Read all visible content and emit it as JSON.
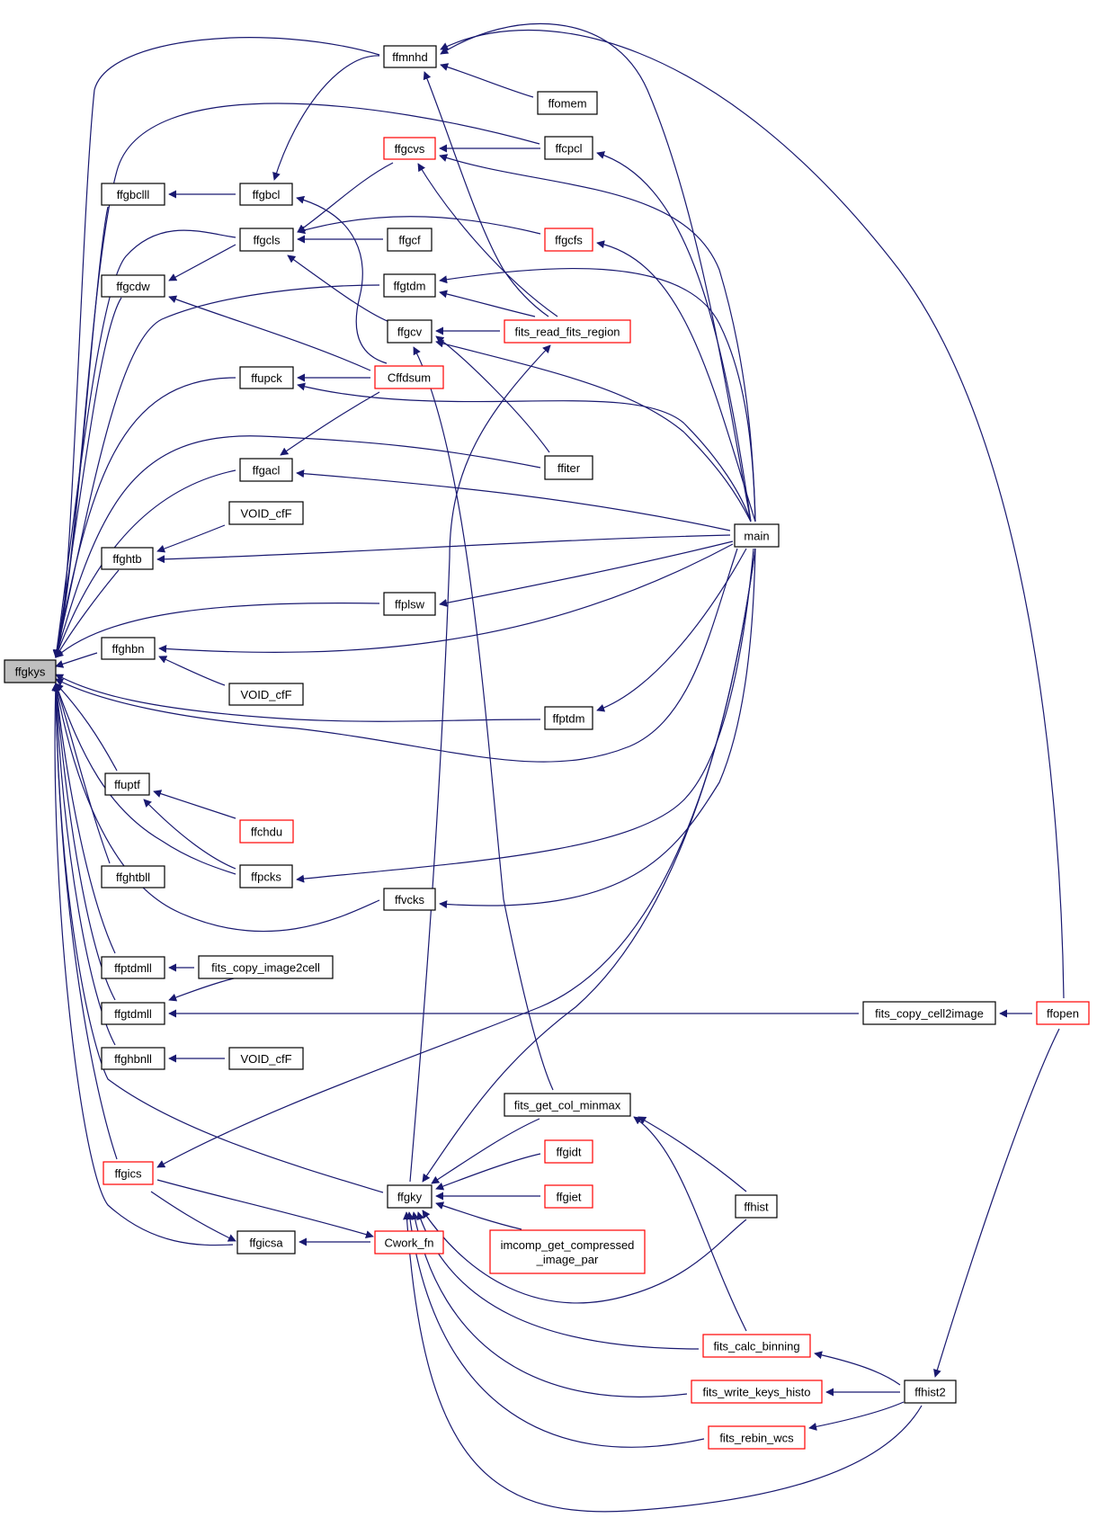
{
  "colors": {
    "edge": "#191970",
    "node_border": "#000000",
    "node_border_truncated": "#ff0000",
    "highlight_fill": "#bfbfbf"
  },
  "nodes": [
    {
      "id": "ffgkys",
      "lines": [
        "ffgkys"
      ],
      "highlight": true
    },
    {
      "id": "ffmnhd",
      "lines": [
        "ffmnhd"
      ]
    },
    {
      "id": "ffomem",
      "lines": [
        "ffomem"
      ]
    },
    {
      "id": "ffgcvs",
      "lines": [
        "ffgcvs"
      ],
      "red": true
    },
    {
      "id": "ffcpcl",
      "lines": [
        "ffcpcl"
      ]
    },
    {
      "id": "ffgbclll",
      "lines": [
        "ffgbclll"
      ]
    },
    {
      "id": "ffgbcl",
      "lines": [
        "ffgbcl"
      ]
    },
    {
      "id": "ffgcls",
      "lines": [
        "ffgcls"
      ]
    },
    {
      "id": "ffgcf",
      "lines": [
        "ffgcf"
      ]
    },
    {
      "id": "ffgcfs",
      "lines": [
        "ffgcfs"
      ],
      "red": true
    },
    {
      "id": "ffgcdw",
      "lines": [
        "ffgcdw"
      ]
    },
    {
      "id": "ffgtdm",
      "lines": [
        "ffgtdm"
      ]
    },
    {
      "id": "ffgcv",
      "lines": [
        "ffgcv"
      ]
    },
    {
      "id": "fits_read_fits_region",
      "lines": [
        "fits_read_fits_region"
      ],
      "red": true
    },
    {
      "id": "ffupck",
      "lines": [
        "ffupck"
      ]
    },
    {
      "id": "Cffdsum",
      "lines": [
        "Cffdsum"
      ],
      "red": true
    },
    {
      "id": "ffiter",
      "lines": [
        "ffiter"
      ]
    },
    {
      "id": "ffgacl",
      "lines": [
        "ffgacl"
      ]
    },
    {
      "id": "VOID_cfF_1",
      "lines": [
        "VOID_cfF"
      ]
    },
    {
      "id": "main",
      "lines": [
        "main"
      ]
    },
    {
      "id": "ffghtb",
      "lines": [
        "ffghtb"
      ]
    },
    {
      "id": "ffplsw",
      "lines": [
        "ffplsw"
      ]
    },
    {
      "id": "ffghbn",
      "lines": [
        "ffghbn"
      ]
    },
    {
      "id": "VOID_cfF_2",
      "lines": [
        "VOID_cfF"
      ]
    },
    {
      "id": "ffptdm",
      "lines": [
        "ffptdm"
      ]
    },
    {
      "id": "ffuptf",
      "lines": [
        "ffuptf"
      ]
    },
    {
      "id": "ffchdu",
      "lines": [
        "ffchdu"
      ],
      "red": true
    },
    {
      "id": "ffghtbll",
      "lines": [
        "ffghtbll"
      ]
    },
    {
      "id": "ffpcks",
      "lines": [
        "ffpcks"
      ]
    },
    {
      "id": "ffvcks",
      "lines": [
        "ffvcks"
      ]
    },
    {
      "id": "ffptdmll",
      "lines": [
        "ffptdmll"
      ]
    },
    {
      "id": "fits_copy_image2cell",
      "lines": [
        "fits_copy_image2cell"
      ]
    },
    {
      "id": "ffgtdmll",
      "lines": [
        "ffgtdmll"
      ]
    },
    {
      "id": "fits_copy_cell2image",
      "lines": [
        "fits_copy_cell2image"
      ]
    },
    {
      "id": "ffopen",
      "lines": [
        "ffopen"
      ],
      "red": true
    },
    {
      "id": "ffghbnll",
      "lines": [
        "ffghbnll"
      ]
    },
    {
      "id": "VOID_cfF_3",
      "lines": [
        "VOID_cfF"
      ]
    },
    {
      "id": "fits_get_col_minmax",
      "lines": [
        "fits_get_col_minmax"
      ]
    },
    {
      "id": "ffgics",
      "lines": [
        "ffgics"
      ],
      "red": true
    },
    {
      "id": "ffgidt",
      "lines": [
        "ffgidt"
      ],
      "red": true
    },
    {
      "id": "ffgky",
      "lines": [
        "ffgky"
      ]
    },
    {
      "id": "ffgiet",
      "lines": [
        "ffgiet"
      ],
      "red": true
    },
    {
      "id": "ffhist",
      "lines": [
        "ffhist"
      ]
    },
    {
      "id": "ffgicsa",
      "lines": [
        "ffgicsa"
      ]
    },
    {
      "id": "Cwork_fn",
      "lines": [
        "Cwork_fn"
      ],
      "red": true
    },
    {
      "id": "imcomp_get_compressed_image_par",
      "lines": [
        "imcomp_get_compressed",
        "_image_par"
      ],
      "red": true
    },
    {
      "id": "fits_calc_binning",
      "lines": [
        "fits_calc_binning"
      ],
      "red": true
    },
    {
      "id": "fits_write_keys_histo",
      "lines": [
        "fits_write_keys_histo"
      ],
      "red": true
    },
    {
      "id": "ffhist2",
      "lines": [
        "ffhist2"
      ]
    },
    {
      "id": "fits_rebin_wcs",
      "lines": [
        "fits_rebin_wcs"
      ],
      "red": true
    }
  ]
}
